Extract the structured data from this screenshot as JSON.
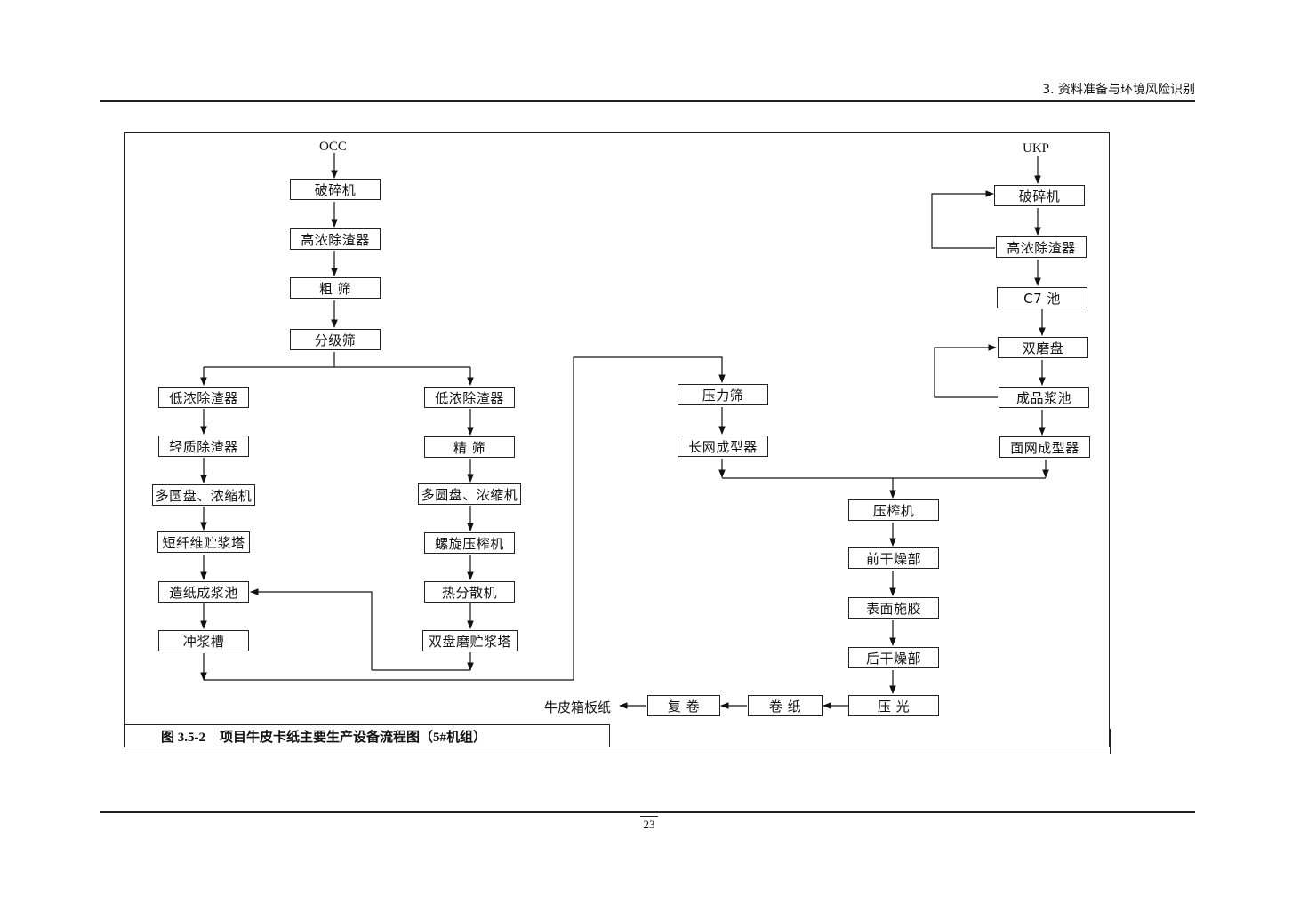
{
  "header": {
    "section_title": "3. 资料准备与环境风险识别"
  },
  "footer": {
    "page_number": "23"
  },
  "figure": {
    "caption_number": "图 3.5-2",
    "caption_text": "项目牛皮卡纸主要生产设备流程图（5#机组）"
  },
  "sources": {
    "occ": "OCC",
    "ukp": "UKP"
  },
  "left_main": [
    "破碎机",
    "高浓除渣器",
    "粗 筛",
    "分级筛"
  ],
  "left_branch_a": [
    "低浓除渣器",
    "轻质除渣器",
    "多圆盘、浓缩机",
    "短纤维贮浆塔",
    "造纸成浆池",
    "冲浆槽"
  ],
  "left_branch_b": [
    "低浓除渣器",
    "精 筛",
    "多圆盘、浓缩机",
    "螺旋压榨机",
    "热分散机",
    "双盘磨贮浆塔"
  ],
  "middle": [
    "压力筛",
    "长网成型器"
  ],
  "right_branch": [
    "破碎机",
    "高浓除渣器",
    "C7 池",
    "双磨盘",
    "成品浆池",
    "面网成型器"
  ],
  "finishing": [
    "压榨机",
    "前干燥部",
    "表面施胶",
    "后干燥部",
    "压 光"
  ],
  "bottom_row": [
    "卷 纸",
    "复 卷"
  ],
  "final_product": "牛皮箱板纸"
}
